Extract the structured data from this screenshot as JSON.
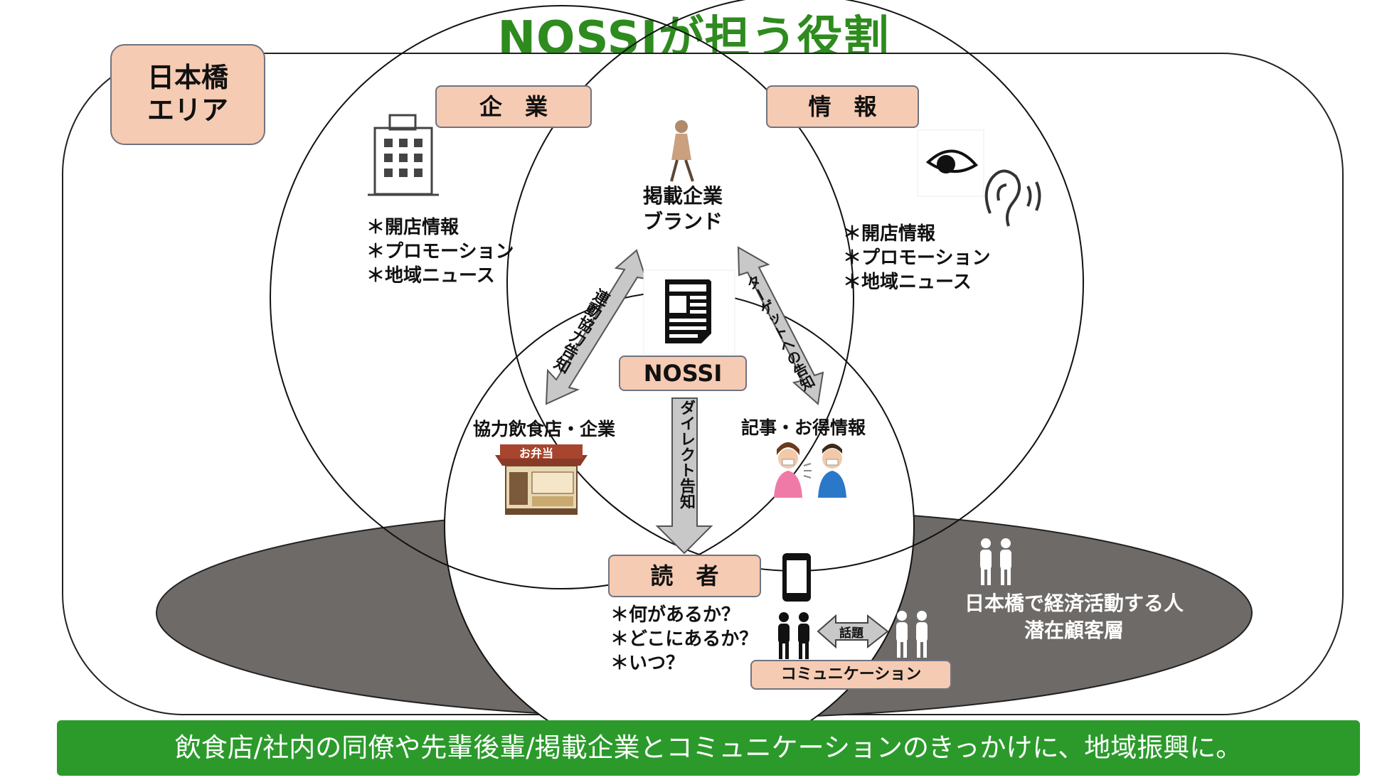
{
  "title": "NOSSIが担う役割",
  "area_label_line1": "日本橋",
  "area_label_line2": "エリア",
  "circles": {
    "company": {
      "label": "企　業",
      "items": [
        "＊開店情報",
        "＊プロモーション",
        "＊地域ニュース"
      ]
    },
    "info": {
      "label": "情　報",
      "items": [
        "＊開店情報",
        "＊プロモーション",
        "＊地域ニュース"
      ]
    },
    "reader": {
      "label": "読　者",
      "items": [
        "＊何があるか？",
        "＊どこにあるか？",
        "＊いつ？"
      ]
    }
  },
  "center": {
    "brand_line1": "掲載企業",
    "brand_line2": "ブランド",
    "nossi_label": "NOSSI",
    "partner_label": "協力飲食店・企業",
    "articles_label": "記事・お得情報",
    "shop_sign": "お弁当"
  },
  "arrows": {
    "left": "連動協力告知",
    "right": "ターゲットへの告知",
    "down": "ダイレクト告知",
    "topic": "話題"
  },
  "communication_label": "コミュニケーション",
  "economy_line1": "日本橋で経済活動する人",
  "economy_line2": "潜在顧客層",
  "footer": "飲食店/社内の同僚や先輩後輩/掲載企業とコミュニケーションのきっかけに、地域振興に。",
  "colors": {
    "title_green": "#2e8b1e",
    "label_peach": "#f6cbb3",
    "ellipse_gray": "#6e6a68",
    "arrow_gray": "#c8c8c8",
    "banner_green": "#2b9a2b"
  }
}
